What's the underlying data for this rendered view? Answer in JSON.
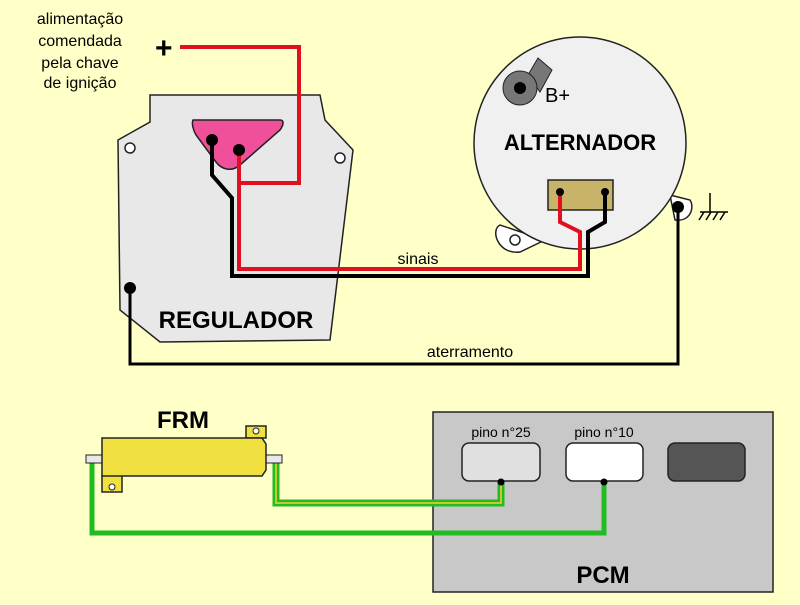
{
  "supply_note": {
    "lines": [
      "alimentação",
      "comendada",
      "pela chave",
      "de ignição"
    ],
    "plus_sign": "+"
  },
  "regulator": {
    "title": "REGULADOR"
  },
  "alternator": {
    "title": "ALTERNADOR",
    "terminal_label": "B+"
  },
  "wires": {
    "signals_label": "sinais",
    "ground_label": "aterramento"
  },
  "frm": {
    "title": "FRM"
  },
  "pcm": {
    "title": "PCM",
    "pin_25_label": "pino n°25",
    "pin_10_label": "pino n°10"
  },
  "colors": {
    "background": "#FFFFC8",
    "wire_red": "#E0101E",
    "wire_black": "#000000",
    "wire_green": "#22BB22",
    "wire_green_yellow": "#C8C830",
    "frm_body": "#F0E040",
    "pcm_body": "#C8C8C8",
    "regulator_plug": "#F0509A",
    "alternator_connector": "#C8B468"
  },
  "icons": [
    "ground-icon"
  ]
}
